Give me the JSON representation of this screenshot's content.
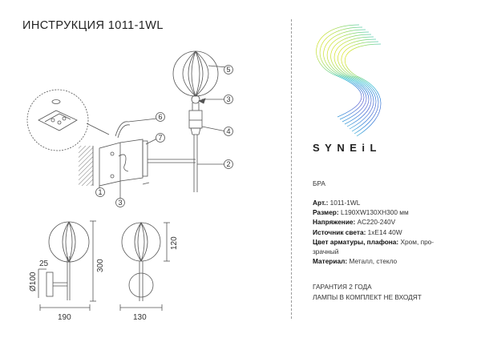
{
  "header": {
    "title": "ИНСТРУКЦИЯ 1011-1WL"
  },
  "brand": {
    "name": "SYNEiL"
  },
  "product": {
    "type": "БРА",
    "specs": [
      {
        "label": "Арт.:",
        "value": "1011-1WL"
      },
      {
        "label": "Размер:",
        "value": "L190XW130XH300 мм"
      },
      {
        "label": "Напряжение:",
        "value": "AC220-240V"
      },
      {
        "label": "Источник света:",
        "value": "1xE14 40W"
      },
      {
        "label": "Цвет арматуры, плафона:",
        "value": "Хром, про-",
        "value2": "зрачный"
      },
      {
        "label": "Материал:",
        "value": "Металл, стекло"
      }
    ]
  },
  "notes": {
    "line1": "ГАРАНТИЯ 2 ГОДА",
    "line2": "ЛАМПЫ В КОМПЛЕКТ НЕ ВХОДЯТ"
  },
  "callouts": [
    "1",
    "2",
    "3",
    "4",
    "5",
    "6",
    "7",
    "3"
  ],
  "dimensions": {
    "diameter": "Ø100",
    "arm": "25",
    "height": "300",
    "shade": "120",
    "length": "190",
    "width": "130"
  },
  "colors": {
    "line": "#555555",
    "logo_gradient": [
      "#f3e600",
      "#7fd67a",
      "#3cc3d6",
      "#2f7fd8",
      "#8a46c8"
    ]
  }
}
